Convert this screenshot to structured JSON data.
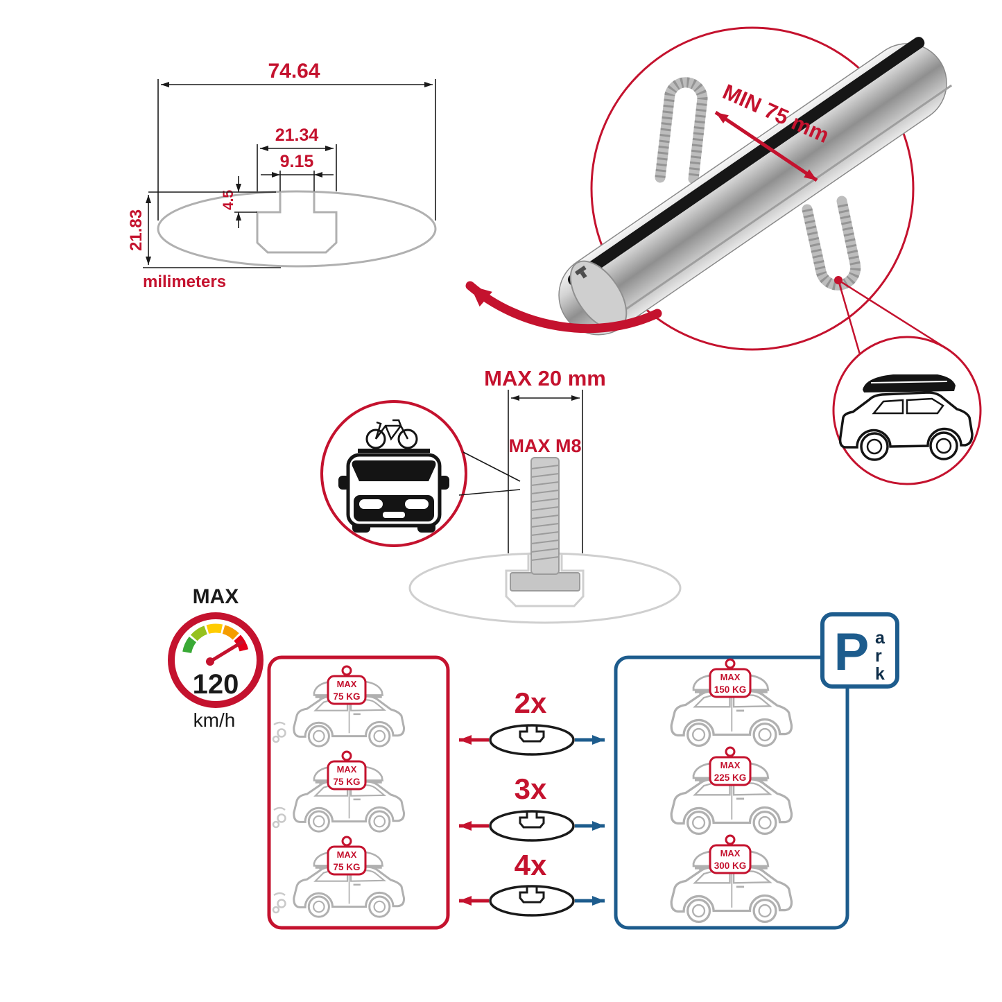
{
  "colors": {
    "red": "#c4122e",
    "blue": "#1d5c8d",
    "navy": "#0d2d49",
    "gray_drawing": "#b0b0b0",
    "black": "#1a1a1a"
  },
  "dimension_drawing": {
    "total_width": "74.64",
    "slot_outer_width": "21.34",
    "slot_opening_width": "9.15",
    "slot_opening_depth": "4.5",
    "total_height": "21.83",
    "units": "milimeters"
  },
  "bar_callout": {
    "min_spacing": "MIN 75 mm"
  },
  "bolt_callout": {
    "max_length": "MAX 20 mm",
    "max_thread": "MAX M8"
  },
  "speed_gauge": {
    "title": "MAX",
    "value": "120",
    "units": "km/h"
  },
  "capacity": {
    "multipliers": [
      "2x",
      "3x",
      "4x"
    ],
    "left_cars": [
      {
        "label": "MAX",
        "weight": "75 KG"
      },
      {
        "label": "MAX",
        "weight": "75 KG"
      },
      {
        "label": "MAX",
        "weight": "75 KG"
      }
    ],
    "right_cars": [
      {
        "label": "MAX",
        "weight": "150 KG"
      },
      {
        "label": "MAX",
        "weight": "225 KG"
      },
      {
        "label": "MAX",
        "weight": "300 KG"
      }
    ]
  },
  "park_sign": {
    "p": "P",
    "letters": [
      "a",
      "r",
      "k"
    ]
  }
}
